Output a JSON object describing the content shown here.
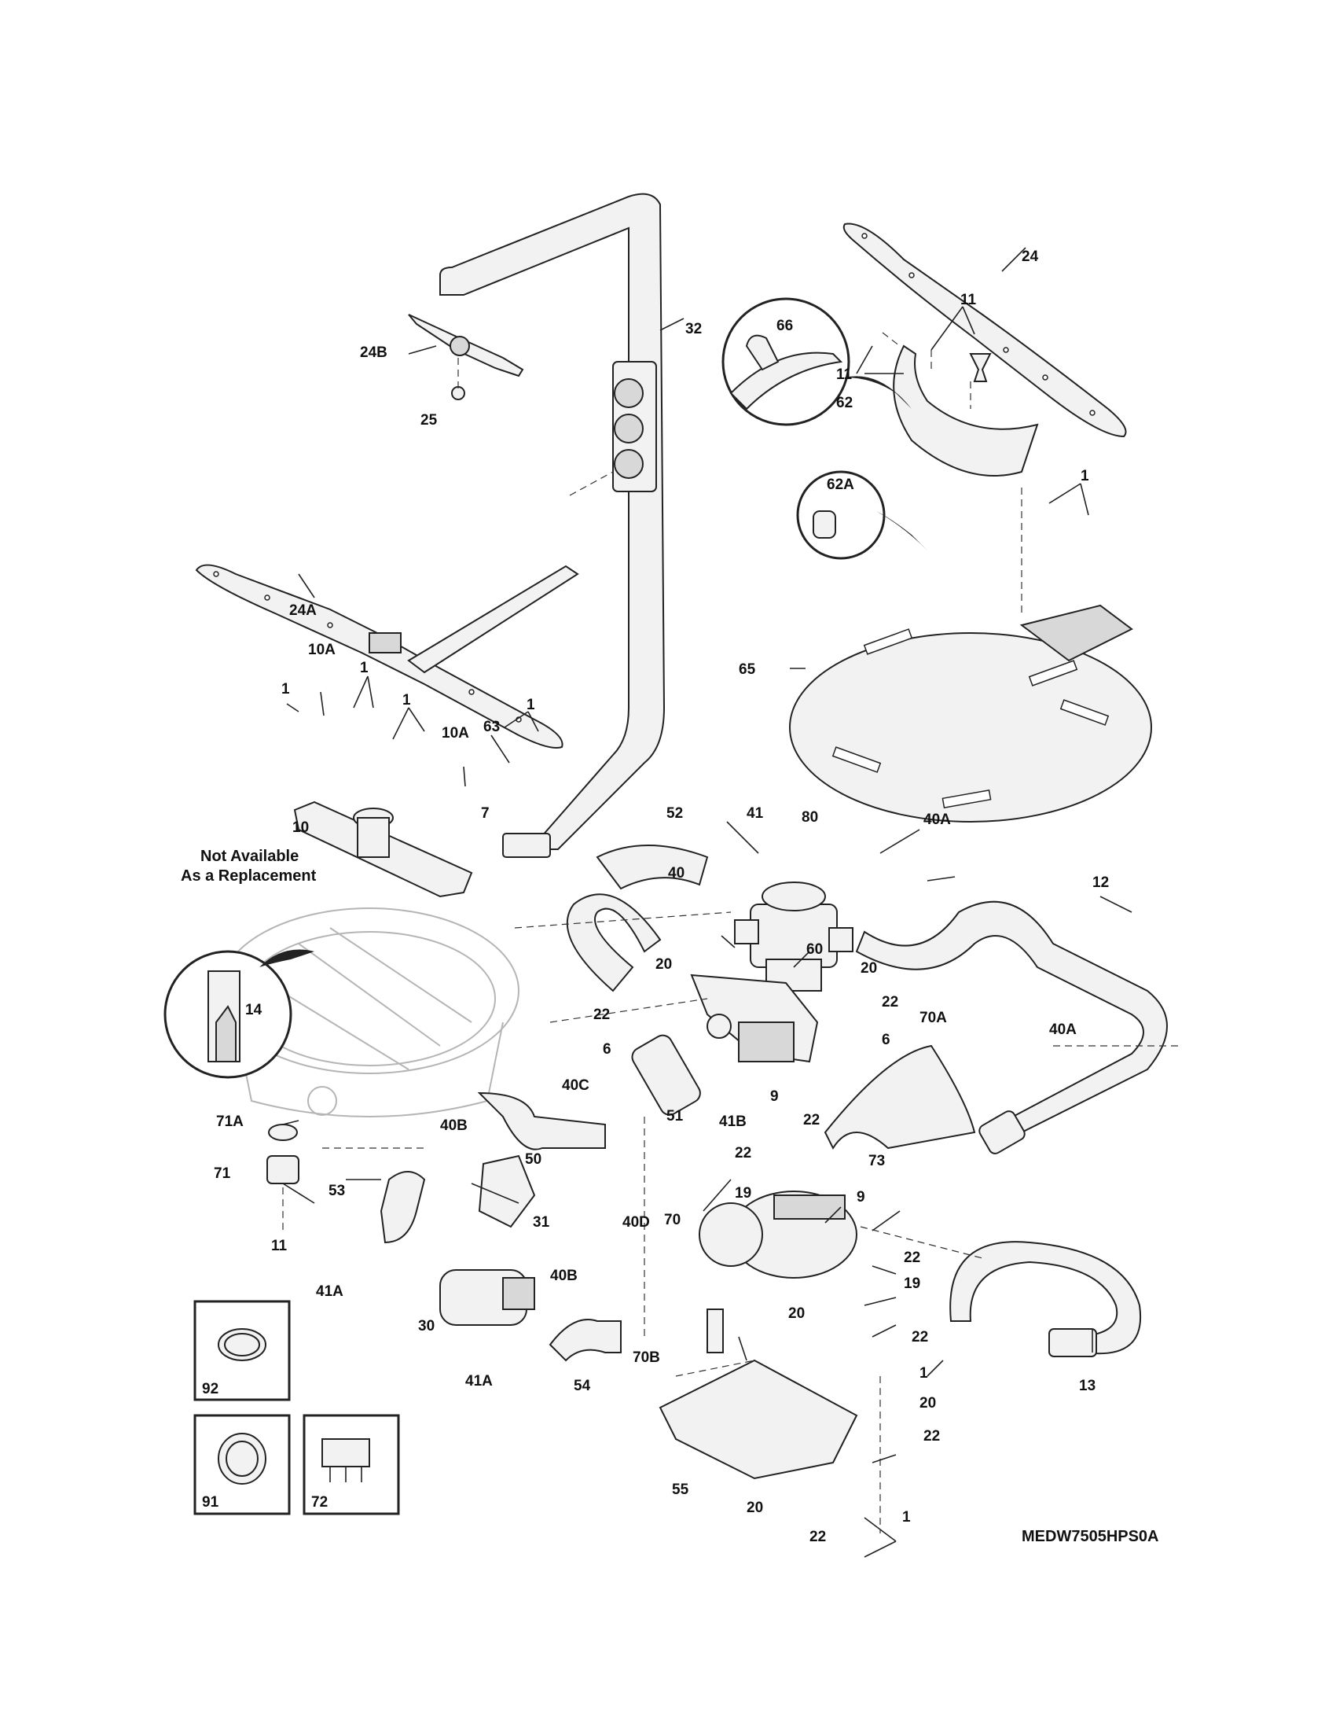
{
  "labels": {
    "l24": "24",
    "l24b": "24B",
    "l25": "25",
    "l66": "66",
    "l11a": "11",
    "l11b": "11",
    "l62": "62",
    "l62a": "62A",
    "l1a": "1",
    "l32": "32",
    "l24a": "24A",
    "l65": "65",
    "l10a1": "10A",
    "l1b": "1",
    "l1c": "1",
    "l1d": "1",
    "l1e": "1",
    "l63": "63",
    "l10a2": "10A",
    "l7": "7",
    "l10": "10",
    "l52": "52",
    "l41": "41",
    "l80": "80",
    "l40a1": "40A",
    "l40": "40",
    "l12": "12",
    "l60": "60",
    "l20a": "20",
    "l20b": "20",
    "l22a": "22",
    "l22b": "22",
    "l6a": "6",
    "l6b": "6",
    "l14": "14",
    "l70a": "70A",
    "l40a2": "40A",
    "l40c": "40C",
    "l51": "51",
    "l41b": "41B",
    "l71a": "71A",
    "l40b1": "40B",
    "l50": "50",
    "l9a": "9",
    "l22c": "22",
    "l22d": "22",
    "l73": "73",
    "l71": "71",
    "l53": "53",
    "l31": "31",
    "l40d": "40D",
    "l19a": "19",
    "l70": "70",
    "l9b": "9",
    "l22e": "22",
    "l19b": "19",
    "l11c": "11",
    "l41a1": "41A",
    "l30": "30",
    "l40b2": "40B",
    "l20c": "20",
    "l54": "54",
    "l70b": "70B",
    "l22f": "22",
    "l1f": "1",
    "l41a2": "41A",
    "l20d": "20",
    "l22g": "22",
    "l13": "13",
    "l55": "55",
    "l20e": "20",
    "l22h": "22",
    "l1g": "1",
    "l92": "92",
    "l91": "91",
    "l72": "72"
  },
  "not_available_line1": "Not Available",
  "not_available_line2": "As a Replacement",
  "model_code": "MEDW7505HPS0A"
}
